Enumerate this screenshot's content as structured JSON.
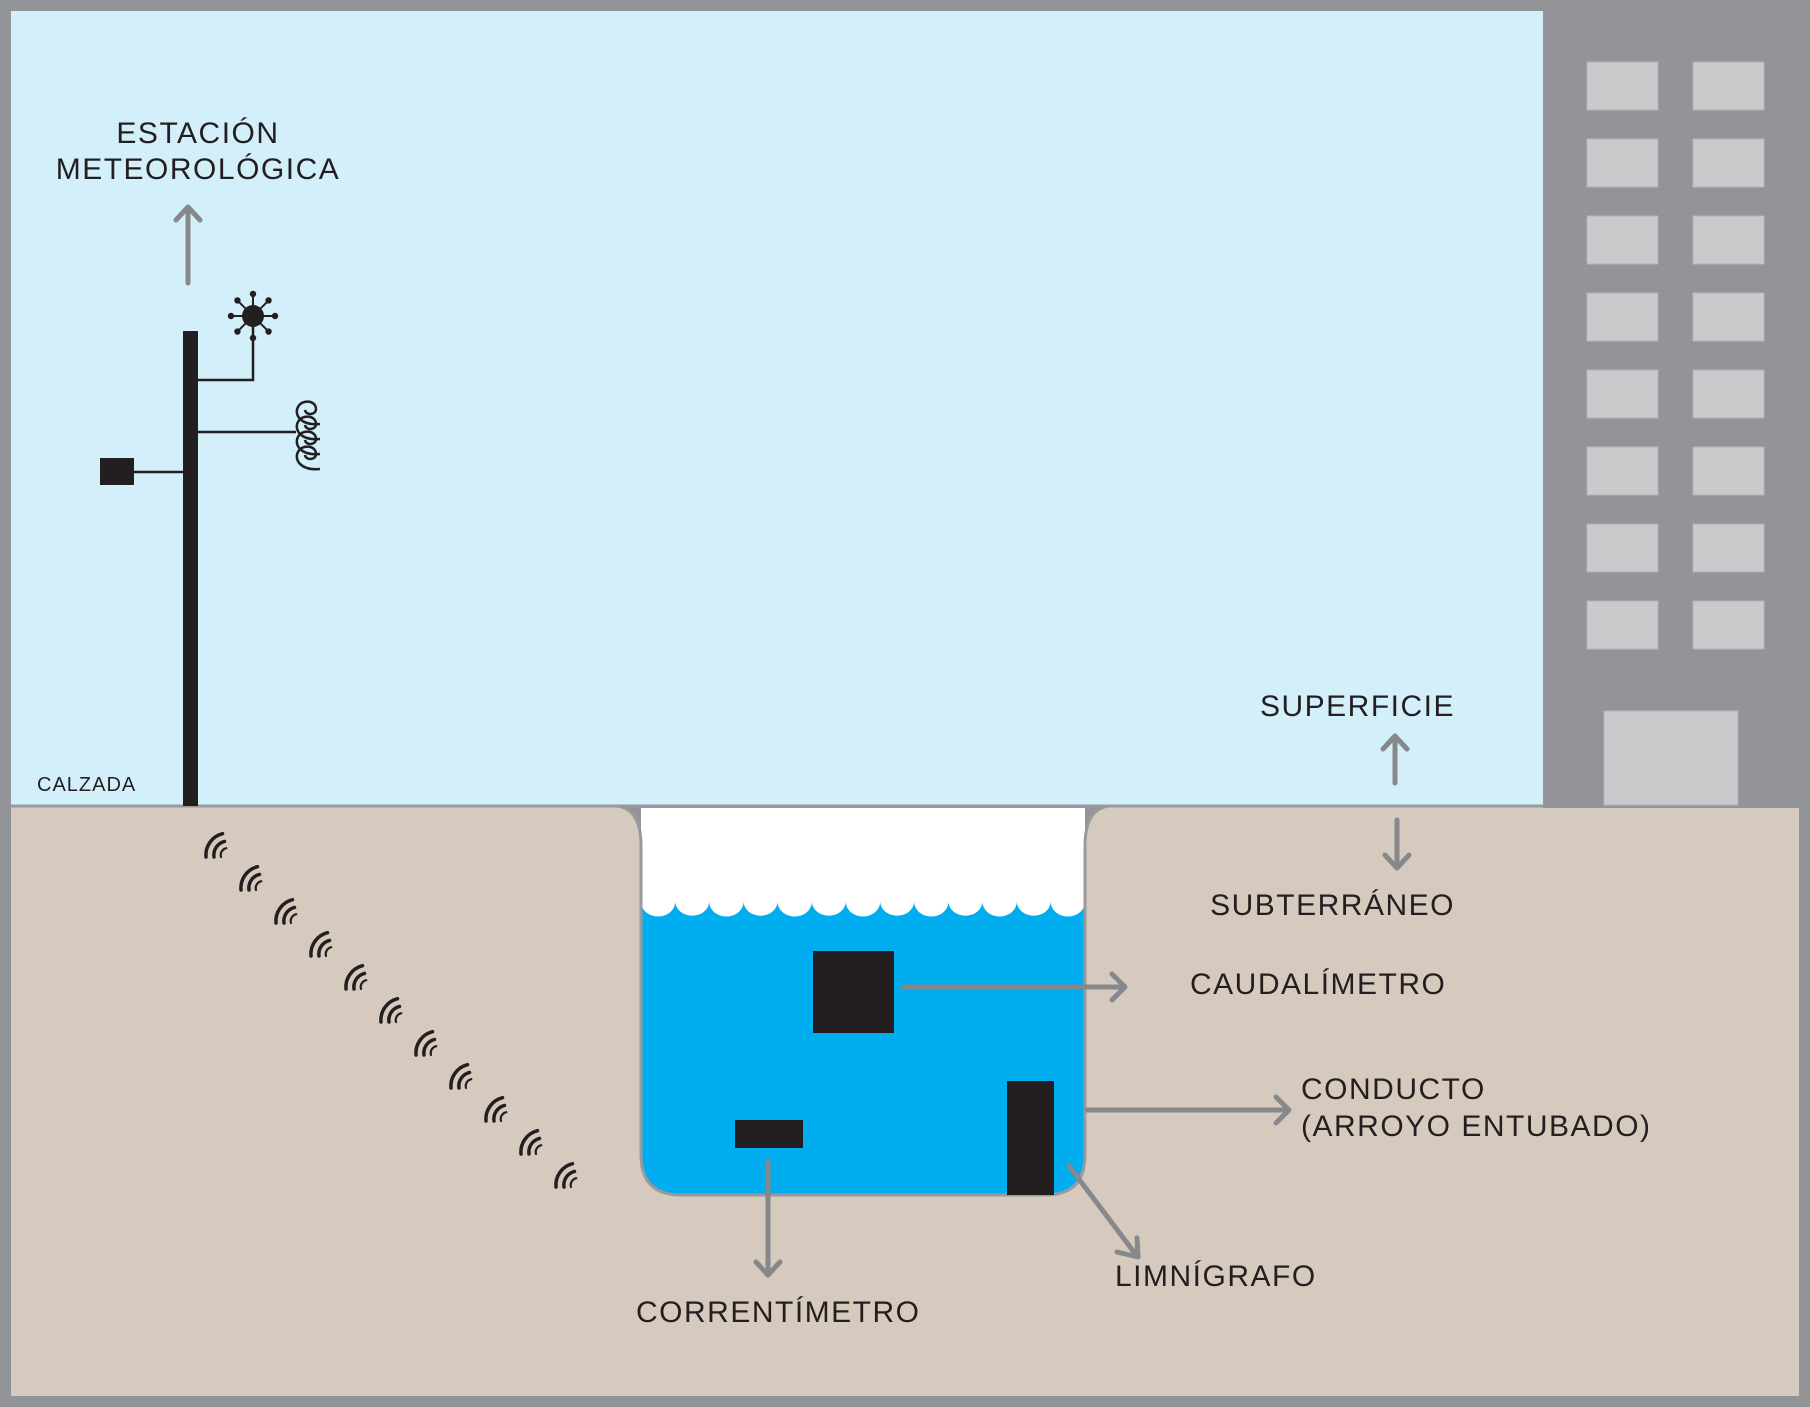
{
  "colors": {
    "frame": "#939498",
    "sky": "#d3effa",
    "ground": "#d6cabe",
    "ground_line": "#9a9a9e",
    "water": "#00adef",
    "air_gap": "#ffffff",
    "building": "#939498",
    "window": "#c9cacc",
    "arrow": "#87888b",
    "ink": "#231f20"
  },
  "labels": {
    "weather_station_line1": "ESTACIÓN",
    "weather_station_line2": "METEOROLÓGICA",
    "road": "CALZADA",
    "surface": "SUPERFICIE",
    "underground": "SUBTERRÁNEO",
    "flowmeter": "CAUDALÍMETRO",
    "conduit_line1": "CONDUCTO",
    "conduit_line2": "(ARROYO ENTUBADO)",
    "current_meter": "CORRENTÍMETRO",
    "water_level_recorder": "LIMNÍGRAFO"
  },
  "icons": {
    "anemometer": "sun-like-sensor-icon",
    "rain_gauge_coil": "coil-sensor-icon",
    "data_logger": "box-sensor-icon",
    "wireless_signal": "signal-waves-icon"
  },
  "building": {
    "window_rows": 8,
    "window_cols": 2,
    "has_door": true
  },
  "signal_count": 11,
  "wave_count": 13
}
